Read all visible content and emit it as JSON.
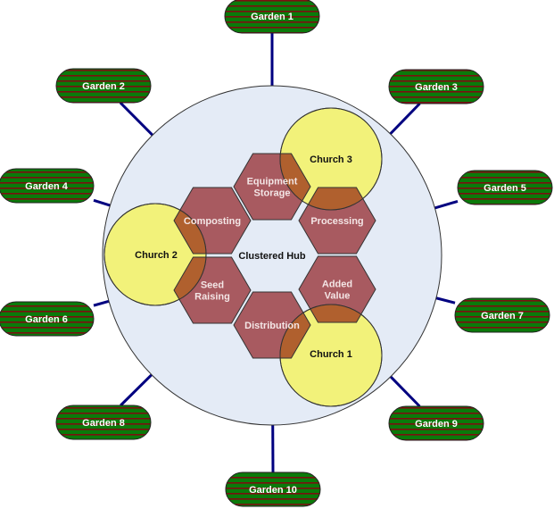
{
  "diagram": {
    "hub": {
      "label": "Clustered Hub"
    },
    "colors": {
      "hub_fill": "#e4ebf6",
      "hub_stroke": "#333333",
      "connector": "#000080",
      "garden_green": "#0a7a0a",
      "garden_stripe": "#7a1010",
      "hex_fill": "#a85a60",
      "church_fill": "#f2f27a",
      "church_overlap": "#b0602e"
    },
    "gardens": [
      {
        "id": "garden-1",
        "label": "Garden 1"
      },
      {
        "id": "garden-2",
        "label": "Garden 2"
      },
      {
        "id": "garden-3",
        "label": "Garden 3"
      },
      {
        "id": "garden-4",
        "label": "Garden 4"
      },
      {
        "id": "garden-5",
        "label": "Garden 5"
      },
      {
        "id": "garden-6",
        "label": "Garden 6"
      },
      {
        "id": "garden-7",
        "label": "Garden 7"
      },
      {
        "id": "garden-8",
        "label": "Garden 8"
      },
      {
        "id": "garden-9",
        "label": "Garden 9"
      },
      {
        "id": "garden-10",
        "label": "Garden 10"
      }
    ],
    "functions": [
      {
        "id": "equipment-storage",
        "lines": [
          "Equipment",
          "Storage"
        ]
      },
      {
        "id": "composting",
        "lines": [
          "Composting"
        ]
      },
      {
        "id": "processing",
        "lines": [
          "Processing"
        ]
      },
      {
        "id": "seed-raising",
        "lines": [
          "Seed",
          "Raising"
        ]
      },
      {
        "id": "added-value",
        "lines": [
          "Added",
          "Value"
        ]
      },
      {
        "id": "distribution",
        "lines": [
          "Distribution"
        ]
      }
    ],
    "churches": [
      {
        "id": "church-1",
        "label": "Church 1"
      },
      {
        "id": "church-2",
        "label": "Church 2"
      },
      {
        "id": "church-3",
        "label": "Church 3"
      }
    ]
  }
}
